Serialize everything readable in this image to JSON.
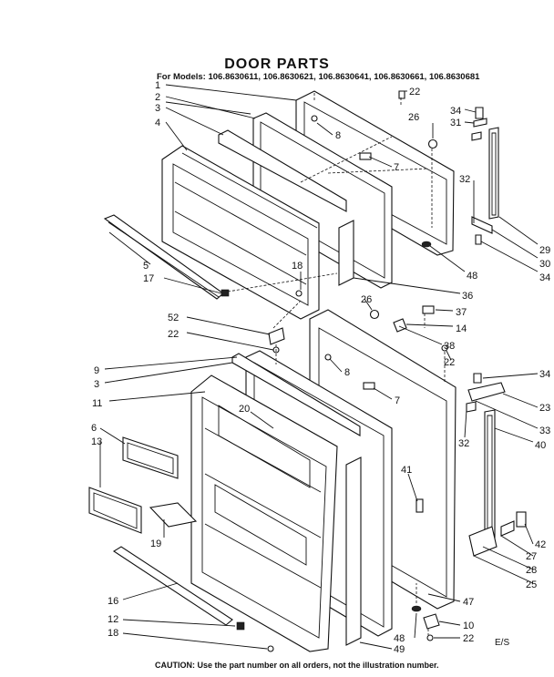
{
  "title": "DOOR PARTS",
  "models_line": "For Models: 106.8630611, 106.8630621, 106.8630641, 106.8630661, 106.8630681",
  "caution": "CAUTION: Use the part number on all orders, not the illustration number.",
  "drawing_code": "E/S",
  "callouts": [
    {
      "id": "c1",
      "text": "1"
    },
    {
      "id": "c2",
      "text": "2"
    },
    {
      "id": "c3",
      "text": "3"
    },
    {
      "id": "c4",
      "text": "4"
    },
    {
      "id": "c5",
      "text": "5"
    },
    {
      "id": "c17a",
      "text": "17"
    },
    {
      "id": "c18a",
      "text": "18"
    },
    {
      "id": "c22a",
      "text": "22"
    },
    {
      "id": "c8a",
      "text": "8"
    },
    {
      "id": "c7a",
      "text": "7"
    },
    {
      "id": "c26a",
      "text": "26"
    },
    {
      "id": "c34a",
      "text": "34"
    },
    {
      "id": "c31",
      "text": "31"
    },
    {
      "id": "c32a",
      "text": "32"
    },
    {
      "id": "c29",
      "text": "29"
    },
    {
      "id": "c30",
      "text": "30"
    },
    {
      "id": "c34b",
      "text": "34"
    },
    {
      "id": "c48a",
      "text": "48"
    },
    {
      "id": "c36",
      "text": "36"
    },
    {
      "id": "c26b",
      "text": "26"
    },
    {
      "id": "c37",
      "text": "37"
    },
    {
      "id": "c14",
      "text": "14"
    },
    {
      "id": "c52",
      "text": "52"
    },
    {
      "id": "c22b",
      "text": "22"
    },
    {
      "id": "c38",
      "text": "38"
    },
    {
      "id": "c22c",
      "text": "22"
    },
    {
      "id": "c9",
      "text": "9"
    },
    {
      "id": "c3b",
      "text": "3"
    },
    {
      "id": "c8b",
      "text": "8"
    },
    {
      "id": "c7b",
      "text": "7"
    },
    {
      "id": "c11",
      "text": "11"
    },
    {
      "id": "c20",
      "text": "20"
    },
    {
      "id": "c34c",
      "text": "34"
    },
    {
      "id": "c23",
      "text": "23"
    },
    {
      "id": "c33",
      "text": "33"
    },
    {
      "id": "c32b",
      "text": "32"
    },
    {
      "id": "c40",
      "text": "40"
    },
    {
      "id": "c6",
      "text": "6"
    },
    {
      "id": "c13",
      "text": "13"
    },
    {
      "id": "c41",
      "text": "41"
    },
    {
      "id": "c19",
      "text": "19"
    },
    {
      "id": "c42",
      "text": "42"
    },
    {
      "id": "c27",
      "text": "27"
    },
    {
      "id": "c28",
      "text": "28"
    },
    {
      "id": "c25",
      "text": "25"
    },
    {
      "id": "c16",
      "text": "16"
    },
    {
      "id": "c47",
      "text": "47"
    },
    {
      "id": "c12",
      "text": "12"
    },
    {
      "id": "c10",
      "text": "10"
    },
    {
      "id": "c18b",
      "text": "18"
    },
    {
      "id": "c48b",
      "text": "48"
    },
    {
      "id": "c22d",
      "text": "22"
    },
    {
      "id": "c49",
      "text": "49"
    }
  ]
}
